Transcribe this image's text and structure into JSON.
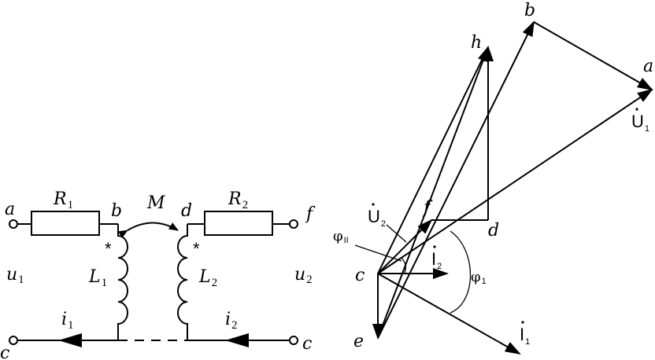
{
  "circuit": {
    "nodes": {
      "a": "a",
      "b": "b",
      "d": "d",
      "f": "f",
      "c_left": "c",
      "c_right": "c"
    },
    "resistors": {
      "r1": "R",
      "r1_sub": "1",
      "r2": "R",
      "r2_sub": "2"
    },
    "mutual": "M",
    "dot_mark": "*",
    "inductors": {
      "l1": "L",
      "l1_sub": "1",
      "l2": "L",
      "l2_sub": "2"
    },
    "voltages": {
      "u1": "u",
      "u1_sub": "1",
      "u2": "u",
      "u2_sub": "2"
    },
    "currents": {
      "i1": "i",
      "i1_sub": "1",
      "i2": "i",
      "i2_sub": "2"
    }
  },
  "phasor": {
    "points": {
      "a": "a",
      "b": "b",
      "c": "c",
      "d": "d",
      "e": "e",
      "f": "f",
      "h": "h"
    },
    "u1": "U",
    "u1_sub": "1",
    "u2": "U",
    "u2_sub": "2",
    "i1": "I",
    "i1_sub": "1",
    "i2": "I",
    "i2_sub": "2",
    "phi_ii": "φ",
    "phi_ii_sub": "II",
    "phi_1": "φ",
    "phi_1_sub": "1"
  }
}
